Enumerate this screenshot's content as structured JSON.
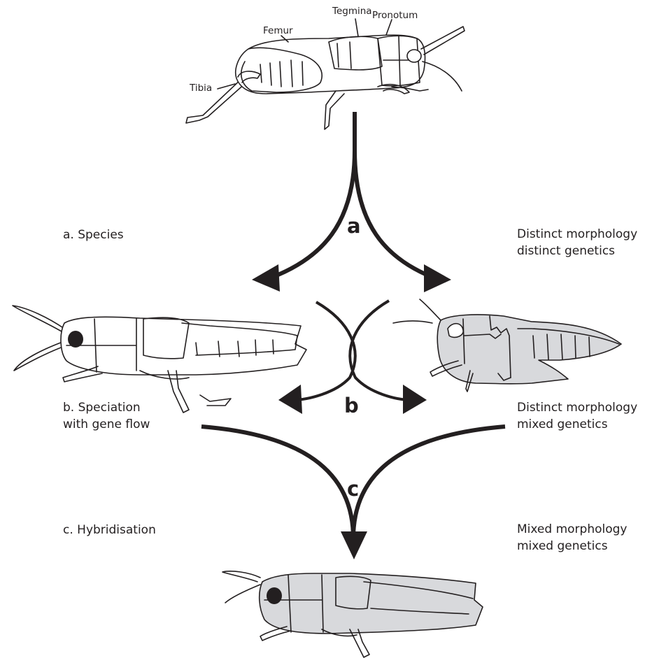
{
  "parts": {
    "tegmina": "Tegmina",
    "pronotum": "Pronotum",
    "femur": "Femur",
    "tibia": "Tibia"
  },
  "steps": {
    "a": "a",
    "b": "b",
    "c": "c"
  },
  "left_labels": {
    "a": "a. Species",
    "b_line1": "b. Speciation",
    "b_line2": "with gene flow",
    "c": "c. Hybridisation"
  },
  "right_labels": {
    "a_line1": "Distinct morphology",
    "a_line2": "distinct genetics",
    "b_line1": "Distinct morphology",
    "b_line2": "mixed genetics",
    "c_line1": "Mixed morphology",
    "c_line2": "mixed genetics"
  },
  "colors": {
    "ink": "#231f20",
    "hybrid_fill": "#d8d9dc"
  }
}
